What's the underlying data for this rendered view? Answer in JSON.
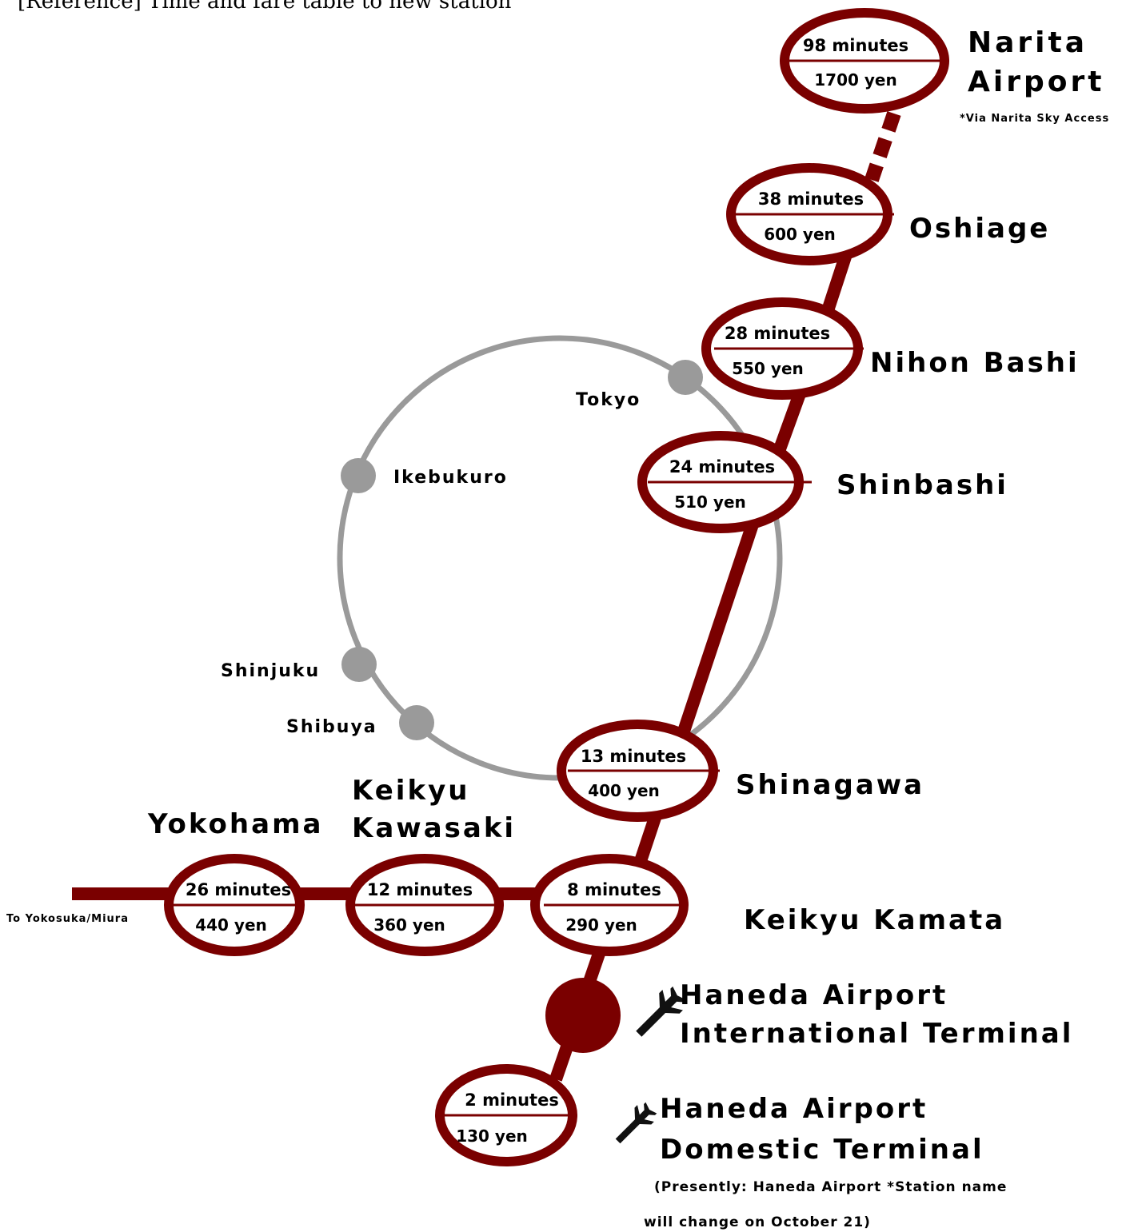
{
  "title": "[Reference] Time and fare table to new station",
  "colors": {
    "line": "#7a0000",
    "loop": "#9a9a9a",
    "text": "#000000"
  },
  "stations": {
    "narita": {
      "name_line1": "Narita",
      "name_line2": "Airport",
      "note": "*Via Narita Sky Access",
      "time": "98 minutes",
      "fare": "1700 yen"
    },
    "oshiage": {
      "name": "Oshiage",
      "time": "38 minutes",
      "fare": "600 yen"
    },
    "nihonbashi": {
      "name": "Nihon Bashi",
      "time": "28 minutes",
      "fare": "550 yen"
    },
    "shinbashi": {
      "name": "Shinbashi",
      "time": "24 minutes",
      "fare": "510 yen"
    },
    "shinagawa": {
      "name": "Shinagawa",
      "time": "13 minutes",
      "fare": "400 yen"
    },
    "kamata": {
      "name": "Keikyu Kamata",
      "time": "8 minutes",
      "fare": "290 yen"
    },
    "kawasaki": {
      "name_line1": "Keikyu",
      "name_line2": "Kawasaki",
      "time": "12 minutes",
      "fare": "360 yen"
    },
    "yokohama": {
      "name": "Yokohama",
      "time": "26 minutes",
      "fare": "440 yen"
    },
    "haneda_intl": {
      "name_line1": "Haneda Airport",
      "name_line2": "International Terminal",
      "icon": "airplane-icon"
    },
    "haneda_dom": {
      "name_line1": "Haneda Airport",
      "name_line2": "Domestic Terminal",
      "note_line1": "(Presently: Haneda Airport *Station name",
      "note_line2": "will change on October 21)",
      "time": "2 minutes",
      "fare": "130 yen",
      "icon": "airplane-icon"
    }
  },
  "branch_label": "To Yokosuka/Miura",
  "jr_loop": {
    "stations": [
      "Tokyo",
      "Ikebukuro",
      "Shinjuku",
      "Shibuya"
    ]
  }
}
